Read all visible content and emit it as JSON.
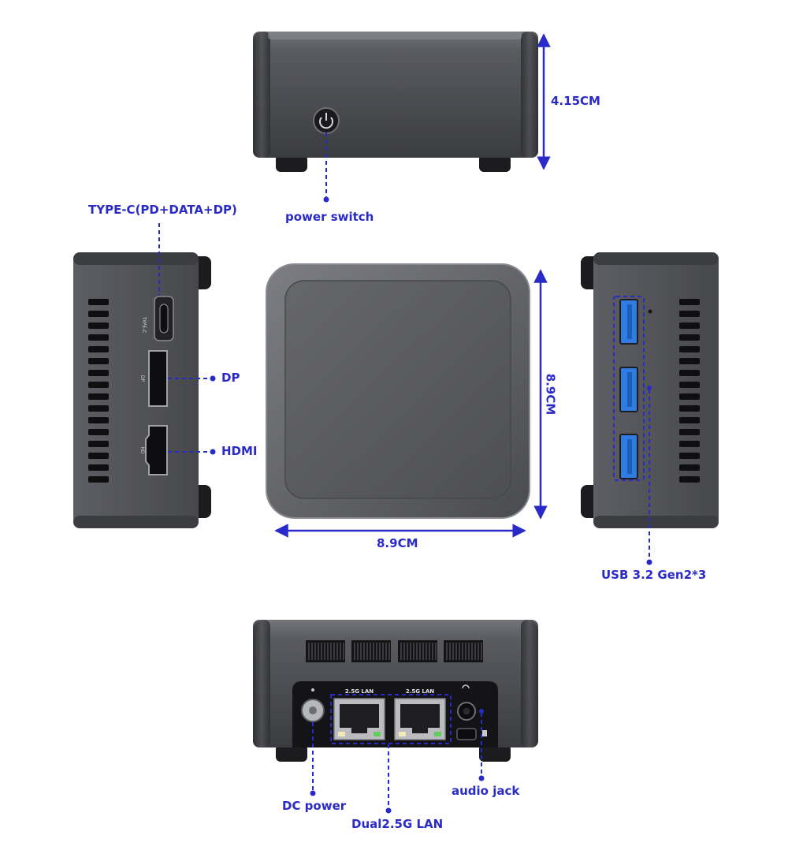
{
  "colors": {
    "accent": "#2a2ac8",
    "body_dark": "#3a3b3f",
    "body_light": "#6c6d72",
    "usb_blue": "#2f7de0"
  },
  "labels": {
    "height": "4.15CM",
    "power_switch": "power switch",
    "type_c": "TYPE-C(PD+DATA+DP)",
    "dp": "DP",
    "hdmi": "HDMI",
    "width": "8.9CM",
    "depth": "8.9CM",
    "usb": "USB 3.2 Gen2*3",
    "dc_power": "DC power",
    "dual_lan": "Dual2.5G LAN",
    "audio_jack": "audio jack"
  },
  "port_print": {
    "type_c": "TYPE-C",
    "dp": "DP",
    "hd": "HD",
    "lan1": "2.5G LAN",
    "lan2": "2.5G LAN"
  },
  "icons": [
    "power-icon",
    "usb-port-icon",
    "ethernet-port-icon",
    "audio-jack-icon",
    "dc-jack-icon"
  ]
}
